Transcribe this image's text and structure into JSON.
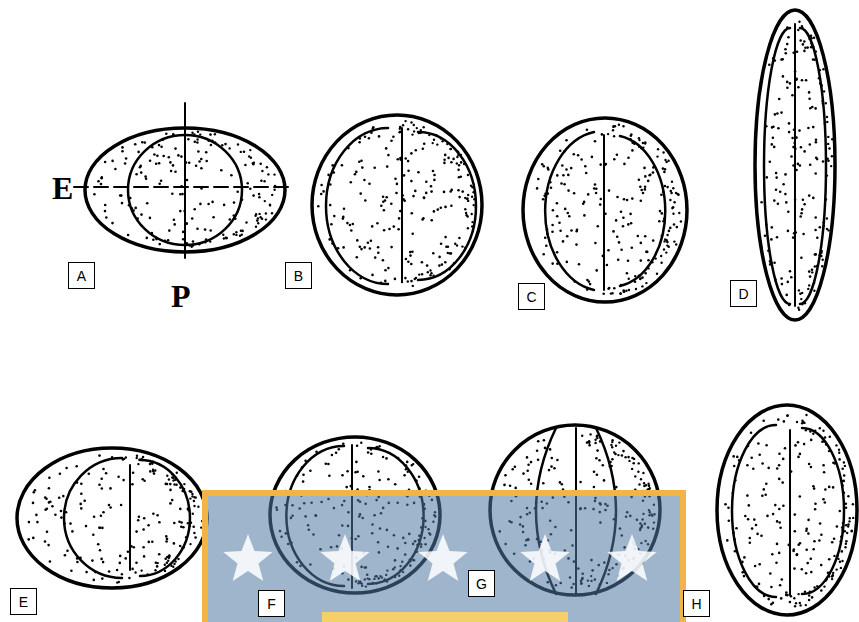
{
  "diagram": {
    "nodes": [
      {
        "text": [
          "A"
        ]
      },
      {
        "text": [
          "B"
        ]
      },
      {
        "text": [
          "C"
        ]
      },
      {
        "text": [
          "D"
        ]
      },
      {
        "text": [
          "E"
        ]
      },
      {
        "text": [
          "F"
        ]
      },
      {
        "text": [
          "G"
        ]
      },
      {
        "text": [
          "H"
        ]
      }
    ],
    "labels": [
      "E",
      "P"
    ]
  }
}
